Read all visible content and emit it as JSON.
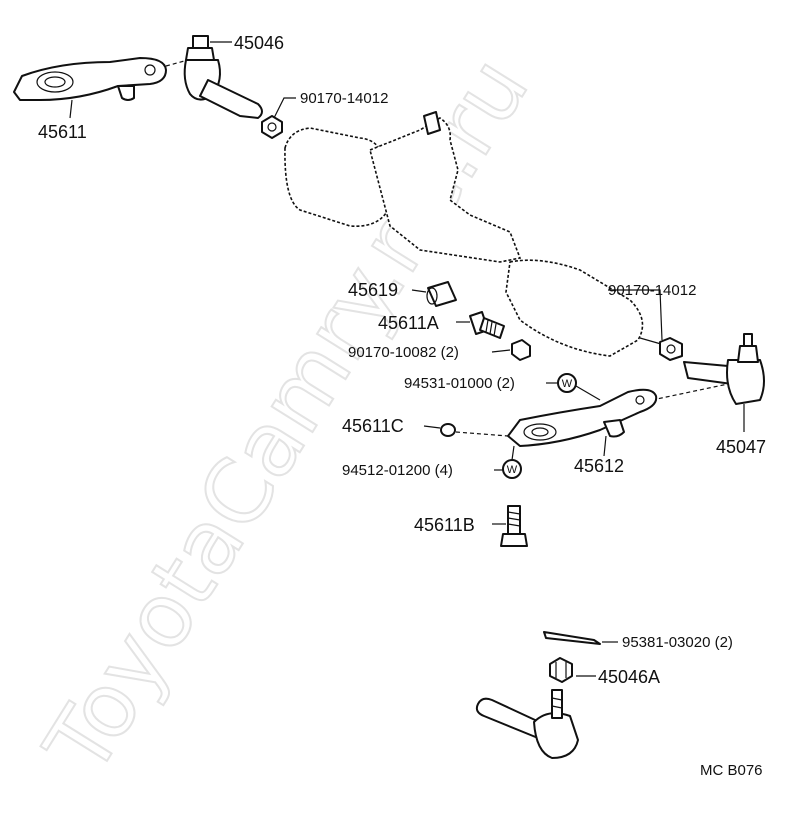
{
  "watermark": "ToyotaCamry.ne.ru",
  "diagram_code": "MC B076",
  "callouts": {
    "c45046": "45046",
    "c45611": "45611",
    "c90170_14012_top": "90170-14012",
    "c45619": "45619",
    "c45611A": "45611A",
    "c90170_10082": "90170-10082 (2)",
    "c90170_14012_right": "90170-14012",
    "c94531": "94531-01000 (2)",
    "c45611C": "45611C",
    "c94512": "94512-01200 (4)",
    "c45612": "45612",
    "c45047": "45047",
    "c45611B": "45611B",
    "c95381": "95381-03020 (2)",
    "c45046A": "45046A"
  },
  "washer_symbol": "W"
}
